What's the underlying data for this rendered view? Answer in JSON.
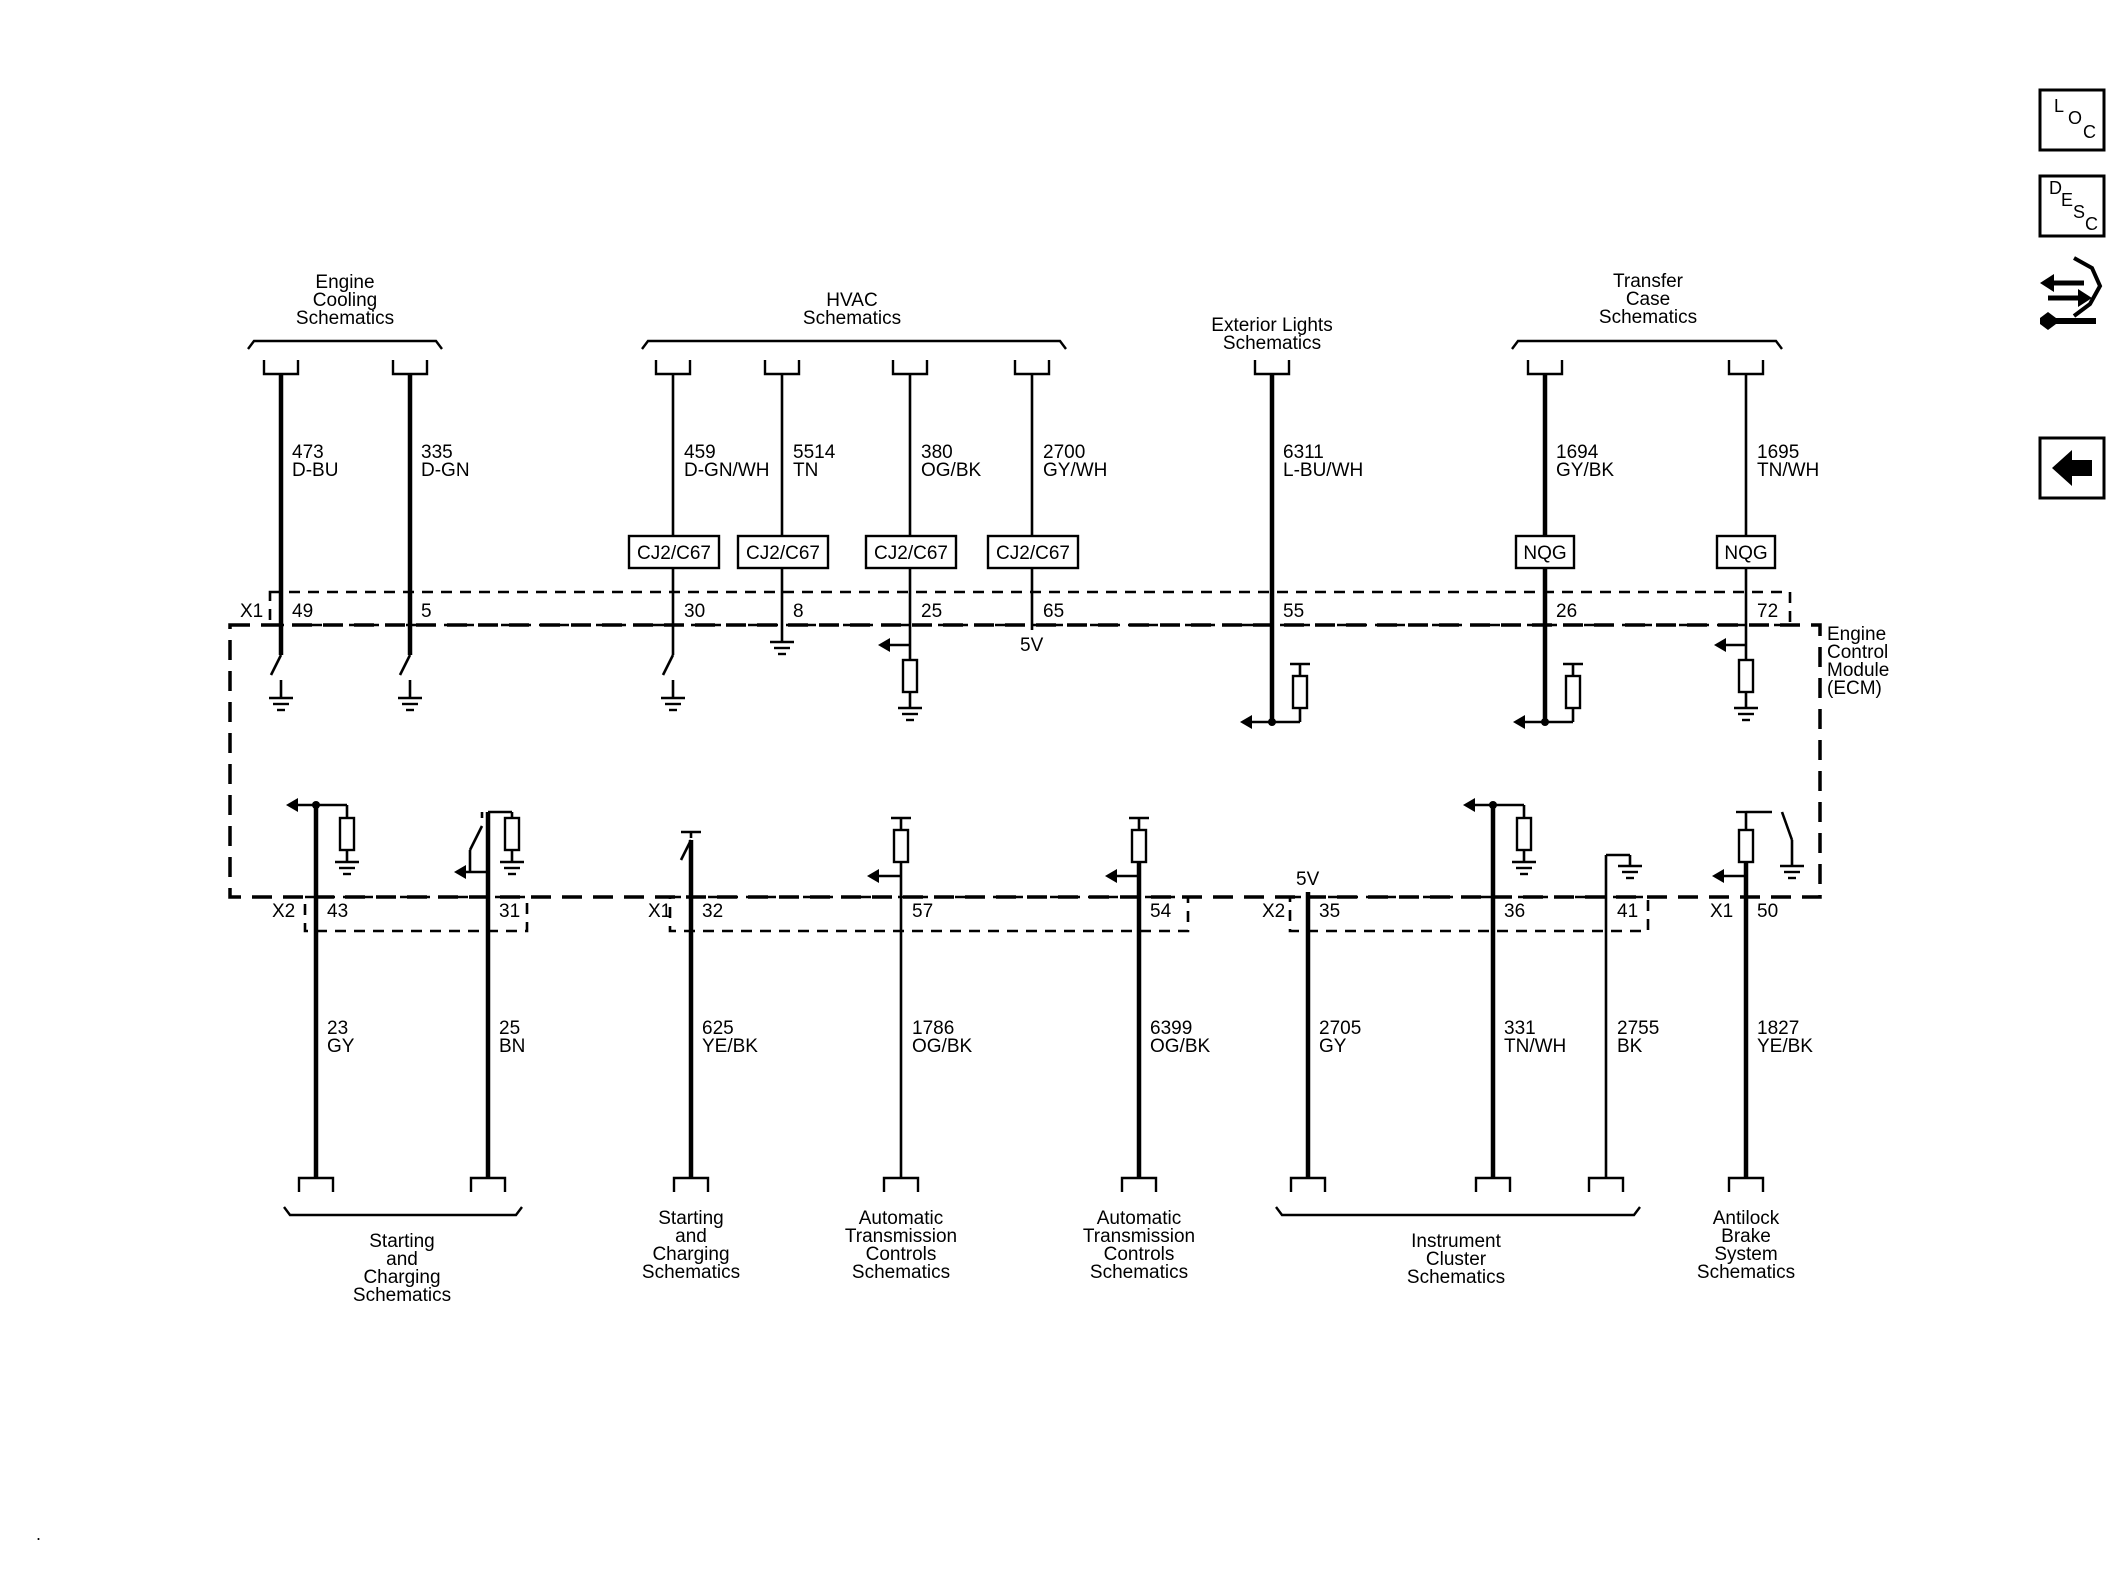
{
  "module": {
    "label_lines": [
      "Engine",
      "Control",
      "Module",
      "(ECM)"
    ]
  },
  "top_groups": [
    {
      "lines": [
        "Engine",
        "Cooling",
        "Schematics"
      ]
    },
    {
      "lines": [
        "HVAC",
        "Schematics"
      ]
    },
    {
      "lines": [
        "Exterior Lights",
        "Schematics"
      ]
    },
    {
      "lines": [
        "Transfer",
        "Case",
        "Schematics"
      ]
    }
  ],
  "bottom_groups": [
    {
      "lines": [
        "Starting",
        "and",
        "Charging",
        "Schematics"
      ]
    },
    {
      "lines": [
        "Starting",
        "and",
        "Charging",
        "Schematics"
      ]
    },
    {
      "lines": [
        "Automatic",
        "Transmission",
        "Controls",
        "Schematics"
      ]
    },
    {
      "lines": [
        "Automatic",
        "Transmission",
        "Controls",
        "Schematics"
      ]
    },
    {
      "lines": [
        "Instrument",
        "Cluster",
        "Schematics"
      ]
    },
    {
      "lines": [
        "Antilock",
        "Brake",
        "System",
        "Schematics"
      ]
    }
  ],
  "top_circuits": [
    {
      "circuit": "473",
      "color": "D-BU",
      "pin": "49",
      "inline": ""
    },
    {
      "circuit": "335",
      "color": "D-GN",
      "pin": "5",
      "inline": ""
    },
    {
      "circuit": "459",
      "color": "D-GN/WH",
      "pin": "30",
      "inline": "CJ2/C67"
    },
    {
      "circuit": "5514",
      "color": "TN",
      "pin": "8",
      "inline": "CJ2/C67"
    },
    {
      "circuit": "380",
      "color": "OG/BK",
      "pin": "25",
      "inline": "CJ2/C67"
    },
    {
      "circuit": "2700",
      "color": "GY/WH",
      "pin": "65",
      "inline": "CJ2/C67"
    },
    {
      "circuit": "6311",
      "color": "L-BU/WH",
      "pin": "55",
      "inline": ""
    },
    {
      "circuit": "1694",
      "color": "GY/BK",
      "pin": "26",
      "inline": "NQG"
    },
    {
      "circuit": "1695",
      "color": "TN/WH",
      "pin": "72",
      "inline": "NQG"
    }
  ],
  "bottom_circuits": [
    {
      "circuit": "23",
      "color": "GY",
      "pin": "43"
    },
    {
      "circuit": "25",
      "color": "BN",
      "pin": "31"
    },
    {
      "circuit": "625",
      "color": "YE/BK",
      "pin": "32"
    },
    {
      "circuit": "1786",
      "color": "OG/BK",
      "pin": "57"
    },
    {
      "circuit": "6399",
      "color": "OG/BK",
      "pin": "54"
    },
    {
      "circuit": "2705",
      "color": "GY",
      "pin": "35"
    },
    {
      "circuit": "331",
      "color": "TN/WH",
      "pin": "36"
    },
    {
      "circuit": "2755",
      "color": "BK",
      "pin": "41"
    },
    {
      "circuit": "1827",
      "color": "YE/BK",
      "pin": "50"
    }
  ],
  "connectors": {
    "top": "X1",
    "x2_left": "X2",
    "x1_mid": "X1",
    "x2_right": "X2",
    "x1_right": "X1"
  },
  "voltages": {
    "top_5v": "5V",
    "bottom_5v": "5V"
  },
  "nav": {
    "loc": [
      "L",
      "O",
      "C"
    ],
    "desc": [
      "D",
      "E",
      "S",
      "C"
    ],
    "loc_icon": "location-icon",
    "desc_icon": "description-icon",
    "tools_icon": "connector-tool-icon",
    "back_icon": "back-arrow-icon"
  },
  "corner_mark": "."
}
